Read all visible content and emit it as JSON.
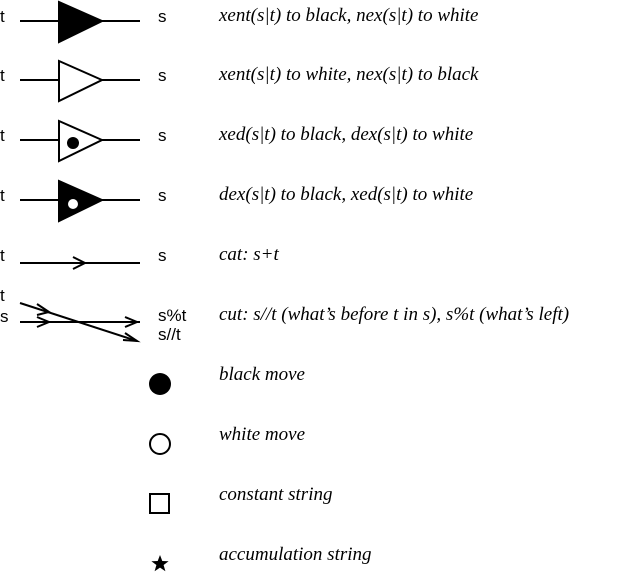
{
  "legend": {
    "rows": [
      {
        "id": "xent-black",
        "left": "t",
        "right": "s",
        "description": "xent(s|t) to black, nex(s|t) to white"
      },
      {
        "id": "xent-white",
        "left": "t",
        "right": "s",
        "description": "xent(s|t) to white, nex(s|t) to black"
      },
      {
        "id": "xed-black",
        "left": "t",
        "right": "s",
        "description": "xed(s|t) to black, dex(s|t) to white"
      },
      {
        "id": "dex-black",
        "left": "t",
        "right": "s",
        "description": "dex(s|t) to black, xed(s|t) to white"
      },
      {
        "id": "cat",
        "left": "t",
        "right": "s",
        "description": "cat: s+t"
      },
      {
        "id": "cut",
        "left_top": "t",
        "left_bottom": "s",
        "right_top": "s%t",
        "right_bottom": "s//t",
        "description": "cut: s//t (what’s before t in s), s%t (what’s left)"
      }
    ],
    "markers": [
      {
        "id": "black-move",
        "icon": "filled-circle",
        "description": "black move"
      },
      {
        "id": "white-move",
        "icon": "open-circle",
        "description": "white move"
      },
      {
        "id": "constant-string",
        "icon": "open-square",
        "description": "constant string"
      },
      {
        "id": "accumulation-string",
        "icon": "star",
        "description": "accumulation string"
      }
    ]
  }
}
